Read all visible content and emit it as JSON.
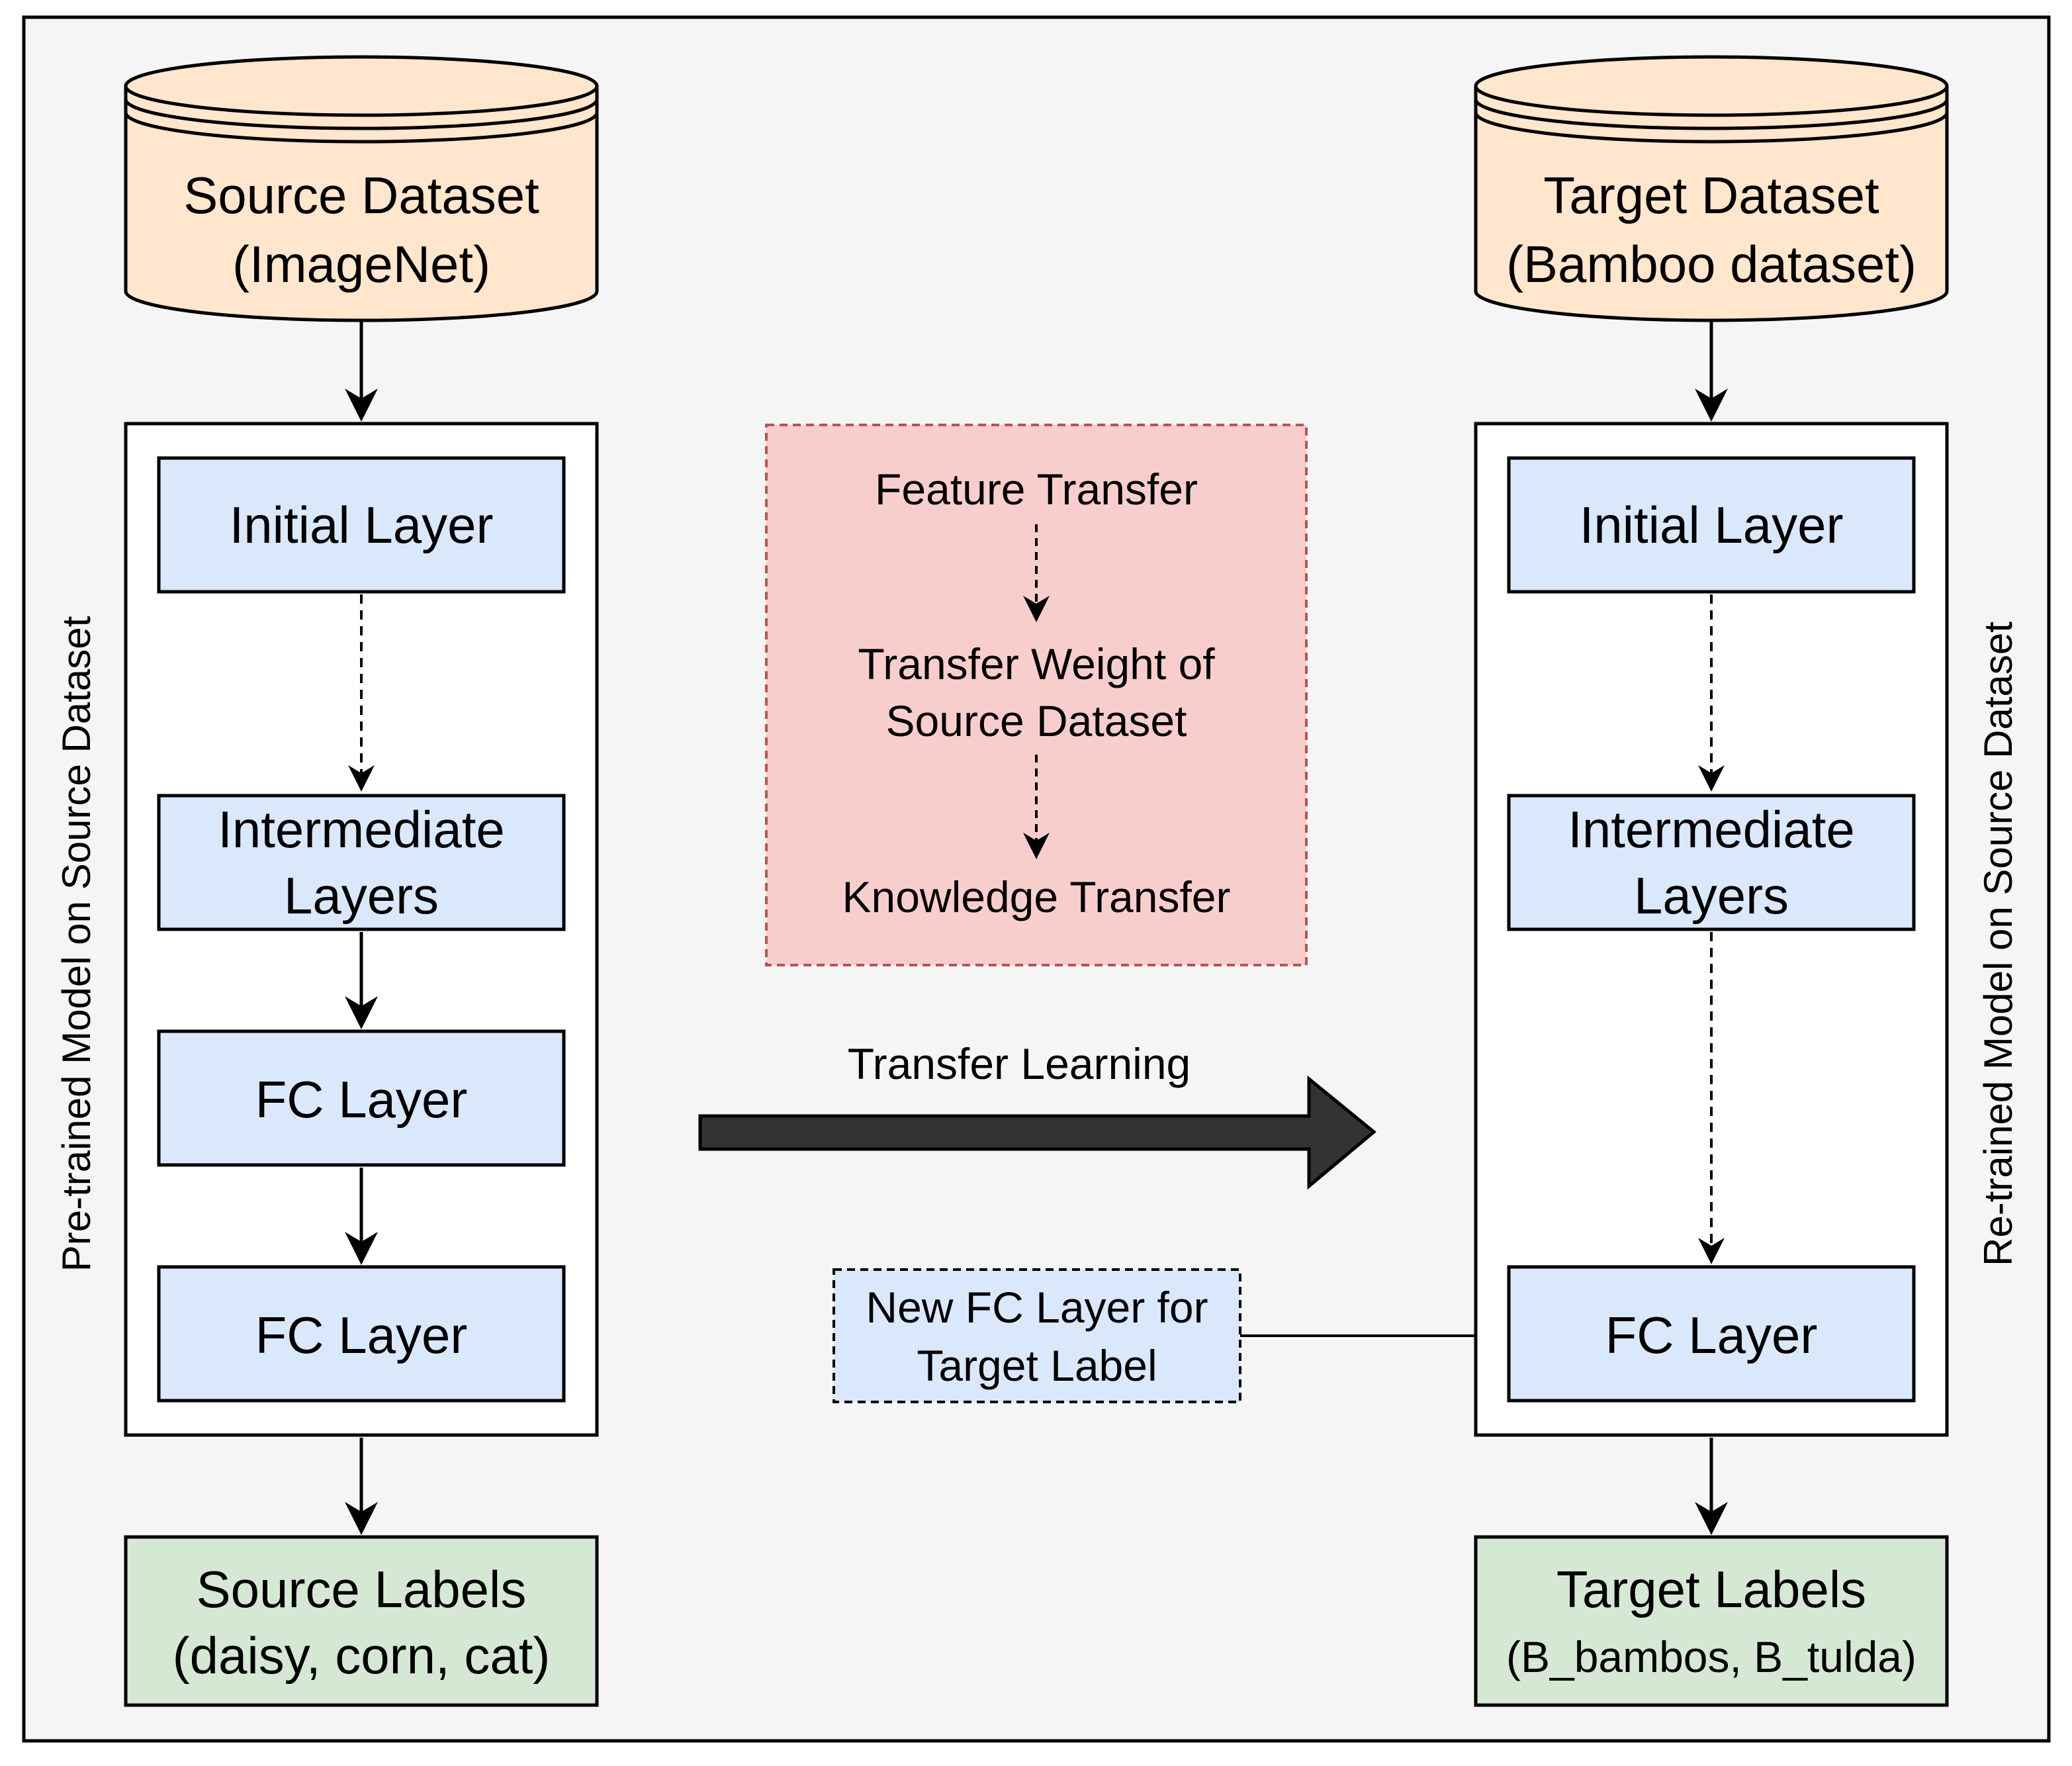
{
  "left": {
    "dataset_line1": "Source Dataset",
    "dataset_line2": "(ImageNet)",
    "initial_layer": "Initial Layer",
    "intermediate_line1": "Intermediate",
    "intermediate_line2": "Layers",
    "fc_layer_1": "FC Layer",
    "fc_layer_2": "FC Layer",
    "labels_line1": "Source Labels",
    "labels_line2": "(daisy, corn, cat)",
    "side_label": "Pre-trained Model on Source Dataset"
  },
  "right": {
    "dataset_line1": "Target Dataset",
    "dataset_line2": "(Bamboo dataset)",
    "initial_layer": "Initial Layer",
    "intermediate_line1": "Intermediate",
    "intermediate_line2": "Layers",
    "fc_layer": "FC Layer",
    "labels_line1": "Target Labels",
    "labels_line2": "(B_bambos, B_tulda)",
    "side_label": "Re-trained Model on Source Dataset"
  },
  "middle": {
    "feature_transfer": "Feature Transfer",
    "transfer_weight_line1": "Transfer Weight of",
    "transfer_weight_line2": "Source Dataset",
    "knowledge_transfer": "Knowledge Transfer",
    "transfer_learning": "Transfer Learning",
    "new_fc_line1": "New FC Layer for",
    "new_fc_line2": "Target Label"
  },
  "colors": {
    "canvas_bg": "#f5f5f5",
    "database_fill": "#ffe6cc",
    "layer_fill": "#dae8fc",
    "label_fill": "#d5e8d4",
    "transfer_box_fill": "#f8cecc",
    "transfer_box_border": "#b85450",
    "big_arrow_fill": "#333333"
  }
}
